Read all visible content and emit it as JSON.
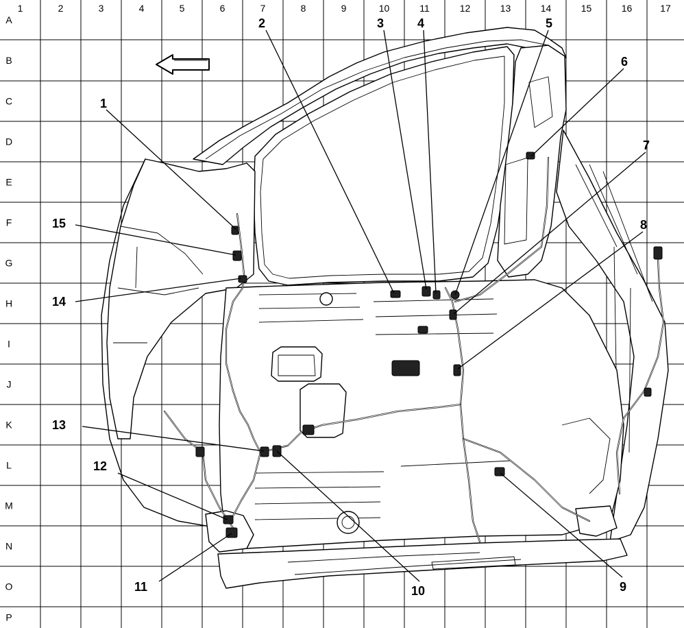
{
  "grid": {
    "columns": [
      "1",
      "2",
      "3",
      "4",
      "5",
      "6",
      "7",
      "8",
      "9",
      "10",
      "11",
      "12",
      "13",
      "14",
      "15",
      "16",
      "17"
    ],
    "rows": [
      "A",
      "B",
      "C",
      "D",
      "E",
      "F",
      "G",
      "H",
      "I",
      "J",
      "K",
      "L",
      "M",
      "N",
      "O",
      "P"
    ]
  },
  "callouts": [
    {
      "id": "c1",
      "label": "1"
    },
    {
      "id": "c2",
      "label": "2"
    },
    {
      "id": "c3",
      "label": "3"
    },
    {
      "id": "c4",
      "label": "4"
    },
    {
      "id": "c5",
      "label": "5"
    },
    {
      "id": "c6",
      "label": "6"
    },
    {
      "id": "c7",
      "label": "7"
    },
    {
      "id": "c8",
      "label": "8"
    },
    {
      "id": "c9",
      "label": "9"
    },
    {
      "id": "c10",
      "label": "10"
    },
    {
      "id": "c11",
      "label": "11"
    },
    {
      "id": "c12",
      "label": "12"
    },
    {
      "id": "c13",
      "label": "13"
    },
    {
      "id": "c14",
      "label": "14"
    },
    {
      "id": "c15",
      "label": "15"
    }
  ],
  "icons": {
    "direction_arrow": "arrow-left-forward-icon"
  }
}
